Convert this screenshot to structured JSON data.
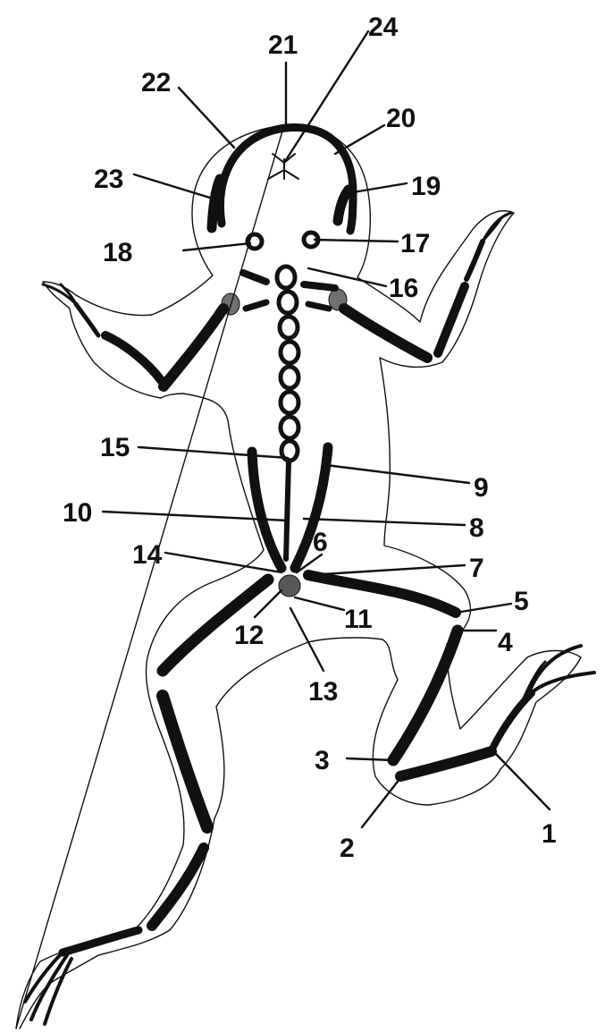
{
  "colors": {
    "ink": "#111111",
    "background": "#ffffff"
  },
  "labels": {
    "l1": "1",
    "l2": "2",
    "l3": "3",
    "l4": "4",
    "l5": "5",
    "l6": "6",
    "l7": "7",
    "l8": "8",
    "l9": "9",
    "l10": "10",
    "l11": "11",
    "l12": "12",
    "l13": "13",
    "l14": "14",
    "l15": "15",
    "l16": "16",
    "l17": "17",
    "l18": "18",
    "l19": "19",
    "l20": "20",
    "l21": "21",
    "l22": "22",
    "l23": "23",
    "l24": "24"
  }
}
